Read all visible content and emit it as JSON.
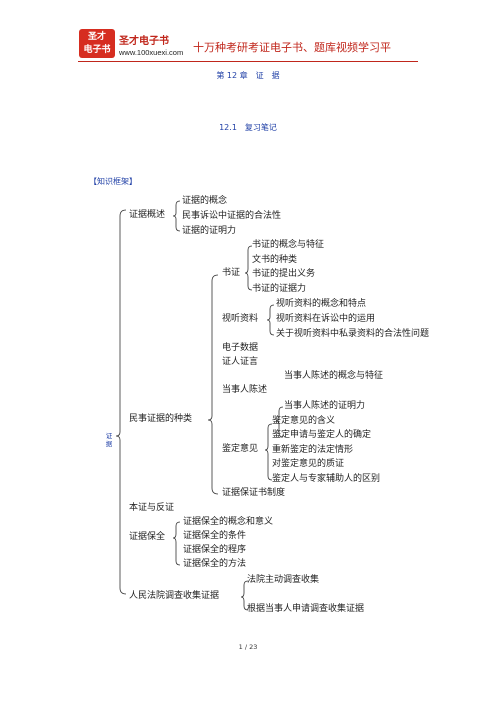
{
  "header": {
    "logo_line1": "圣才",
    "logo_line2": "电子书",
    "brand_name": "圣才电子书",
    "brand_url": "www.100xuexi.com",
    "slogan": "十万种考研考证电子书、题库视频学习平"
  },
  "chapter_title": "第 12 章　证　据",
  "section_title": "12.1　复习笔记",
  "framework_label": "【知识框架】",
  "tree": {
    "root": "证据",
    "evidence_overview": {
      "label": "证据概述",
      "items": [
        "证据的概念",
        "民事诉讼中证据的合法性",
        "证据的证明力"
      ]
    },
    "types": {
      "label": "民事证据的种类",
      "documentary": {
        "label": "书证",
        "items": [
          "书证的概念与特征",
          "文书的种类",
          "书证的提出义务",
          "书证的证据力"
        ]
      },
      "audiovisual": {
        "label": "视听资料",
        "items": [
          "视听资料的概念和特点",
          "视听资料在诉讼中的运用",
          "关于视听资料中私录资料的合法性问题"
        ]
      },
      "electronic_data": "电子数据",
      "witness_testimony": "证人证言",
      "party_statement": {
        "label": "当事人陈述",
        "items": [
          "当事人陈述的概念与特征",
          "当事人陈述的证明力"
        ]
      },
      "expert_opinion": {
        "label": "鉴定意见",
        "items": [
          "鉴定意见的含义",
          "鉴定申请与鉴定人的确定",
          "重新鉴定的法定情形",
          "对鉴定意见的质证",
          "鉴定人与专家辅助人的区别"
        ]
      },
      "preservation_certificate": "证据保证书制度"
    },
    "proof_and_rebuttal": "本证与反证",
    "preservation": {
      "label": "证据保全",
      "items": [
        "证据保全的概念和意义",
        "证据保全的条件",
        "证据保全的程序",
        "证据保全的方法"
      ]
    },
    "court_investigation": {
      "label": "人民法院调查收集证据",
      "items": [
        "法院主动调查收集",
        "根据当事人申请调查收集证据"
      ]
    }
  },
  "footer": {
    "page_number": "1 / 23"
  }
}
